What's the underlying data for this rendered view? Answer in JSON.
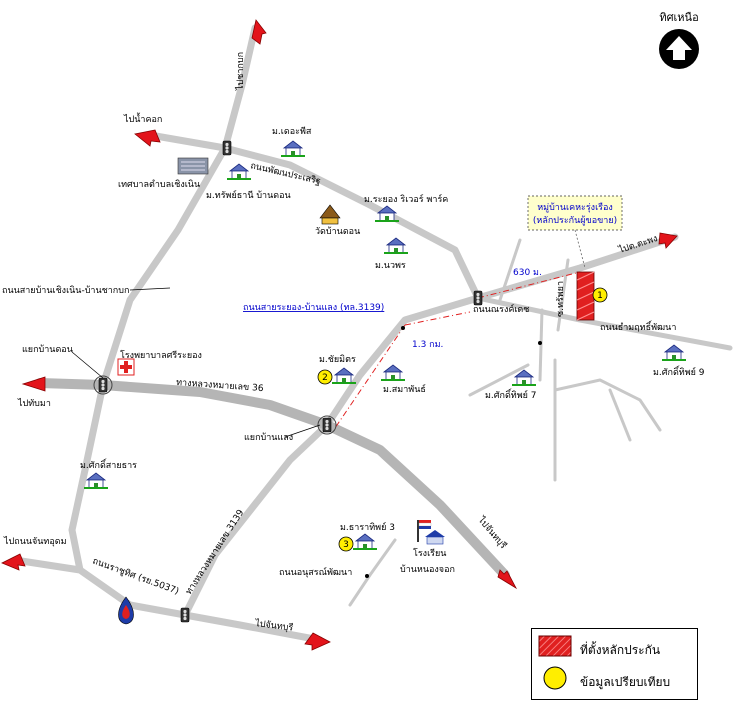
{
  "north": {
    "label": "ทิศเหนือ",
    "icon": "north-arrow-icon"
  },
  "roads": {
    "phet": "ถนนพัฒนประเสริฐ",
    "sai_choeng_noen": "ถนนสายบ้านเชิงเนิน-บ้านชากบก",
    "hwy_3139": "ถนนสายระยอง-บ้านแลง  (ทล.3139)",
    "hwy_36": "ทางหลวงหมายเลข 36",
    "hwy_3139b": "ทางหลวงหมายเลข 3139",
    "ratchuthit": "ถนนราชูทิศ (รย.5037)",
    "anusorn": "ถนนอนุสรณ์พัฒนา",
    "narong": "ถนนณรงค์เดช",
    "thamrong": "ถนนธำมฤทธิ์พัฒนา",
    "soi": "ซ.ทรัพยา"
  },
  "directions": {
    "chakbok": "ไปชากบก",
    "namkhok": "ไปน้ำคอก",
    "thapma": "ไปทับมา",
    "chanthaudom": "ไปถนนจันทอุดม",
    "chanthaburi1": "ไปจันทบุรี",
    "chanthaburi2": "ไปจันทบุรี",
    "tapong": "ไปต.ตะพง"
  },
  "places": {
    "rak_phuphan": "ม.เดอะพีส",
    "thessaban": "เทศบาลตำบลเชิงเนิน",
    "sap_thani": "ม.ทรัพย์ธานี บ้านดอน",
    "rayong_river": "ม.ระยอง ริเวอร์ พาร์ค",
    "wat": "วัดบ้านดอน",
    "nawaporn": "ม.นวพร",
    "hospital": "โรงพยาบาลศรีระยอง",
    "chaimit": "ม.ชัยมิตร",
    "smaphan": "ม.สมาพันธ์",
    "sakdi7": "ม.ศักดิ์ทิพย์ 7",
    "sakdi9": "ม.ศักดิ์ทิพย์ 9",
    "sakdi_laithan": "ม.ศักดิ์สายธาร",
    "tharathip": "ม.ธาราทิพย์ 3",
    "school": "โรงเรียน",
    "school2": "บ้านหนองจอก",
    "callout1": "หมู่บ้านเคหะรุ่งเรือง",
    "callout2": "(หลักประกันผู้ขอขาย)"
  },
  "junctions": {
    "ban_don": "แยกบ้านดอน",
    "ban_laeng": "แยกบ้านแลง"
  },
  "distances": {
    "d1": "630 ม.",
    "d2": "1.3 กม."
  },
  "markers": {
    "m1": "1",
    "m2": "2",
    "m3": "3"
  },
  "legend": {
    "collateral": "ที่ตั้งหลักประกัน",
    "comparison": "ข้อมูลเปรียบเทียบ"
  },
  "colors": {
    "road": "#c8c8c8",
    "arrow": "#e3141b",
    "collateral": "#e02020",
    "marker": "#ffee00",
    "callout_bg": "#ffffcc",
    "label_blue": "#0000cc"
  }
}
